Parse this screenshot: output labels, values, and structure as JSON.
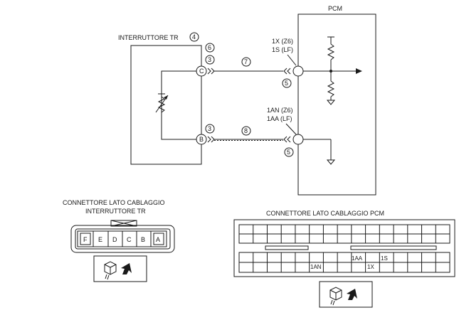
{
  "pcm": {
    "label": "PCM"
  },
  "switch": {
    "label": "INTERRUTTORE TR"
  },
  "callouts": {
    "switch_ref": "4",
    "ground_ref": "6",
    "pin_c_ref": "3",
    "pin_b_ref": "3",
    "wire_top_ref": "7",
    "wire_bottom_ref": "8",
    "pcm_conn_top_ref": "5",
    "pcm_conn_bottom_ref": "5"
  },
  "pins": {
    "switch_c": "C",
    "switch_b": "B"
  },
  "pcm_terminals": {
    "top_line1": "1X (Z6)",
    "top_line2": "1S (LF)",
    "bottom_line1": "1AN (Z6)",
    "bottom_line2": "1AA (LF)"
  },
  "switch_connector": {
    "title_line1": "CONNETTORE LATO CABLAGGIO",
    "title_line2": "INTERRUTTORE TR",
    "pins": [
      "F",
      "E",
      "D",
      "C",
      "B",
      "A"
    ]
  },
  "pcm_connector": {
    "title": "CONNETTORE LATO CABLAGGIO PCM",
    "labels": {
      "aa": "1AA",
      "s": "1S",
      "an": "1AN",
      "x": "1X"
    }
  },
  "icons": [
    "connector-view-icon",
    "resistor-icon",
    "variable-resistor-icon",
    "ground-icon"
  ]
}
